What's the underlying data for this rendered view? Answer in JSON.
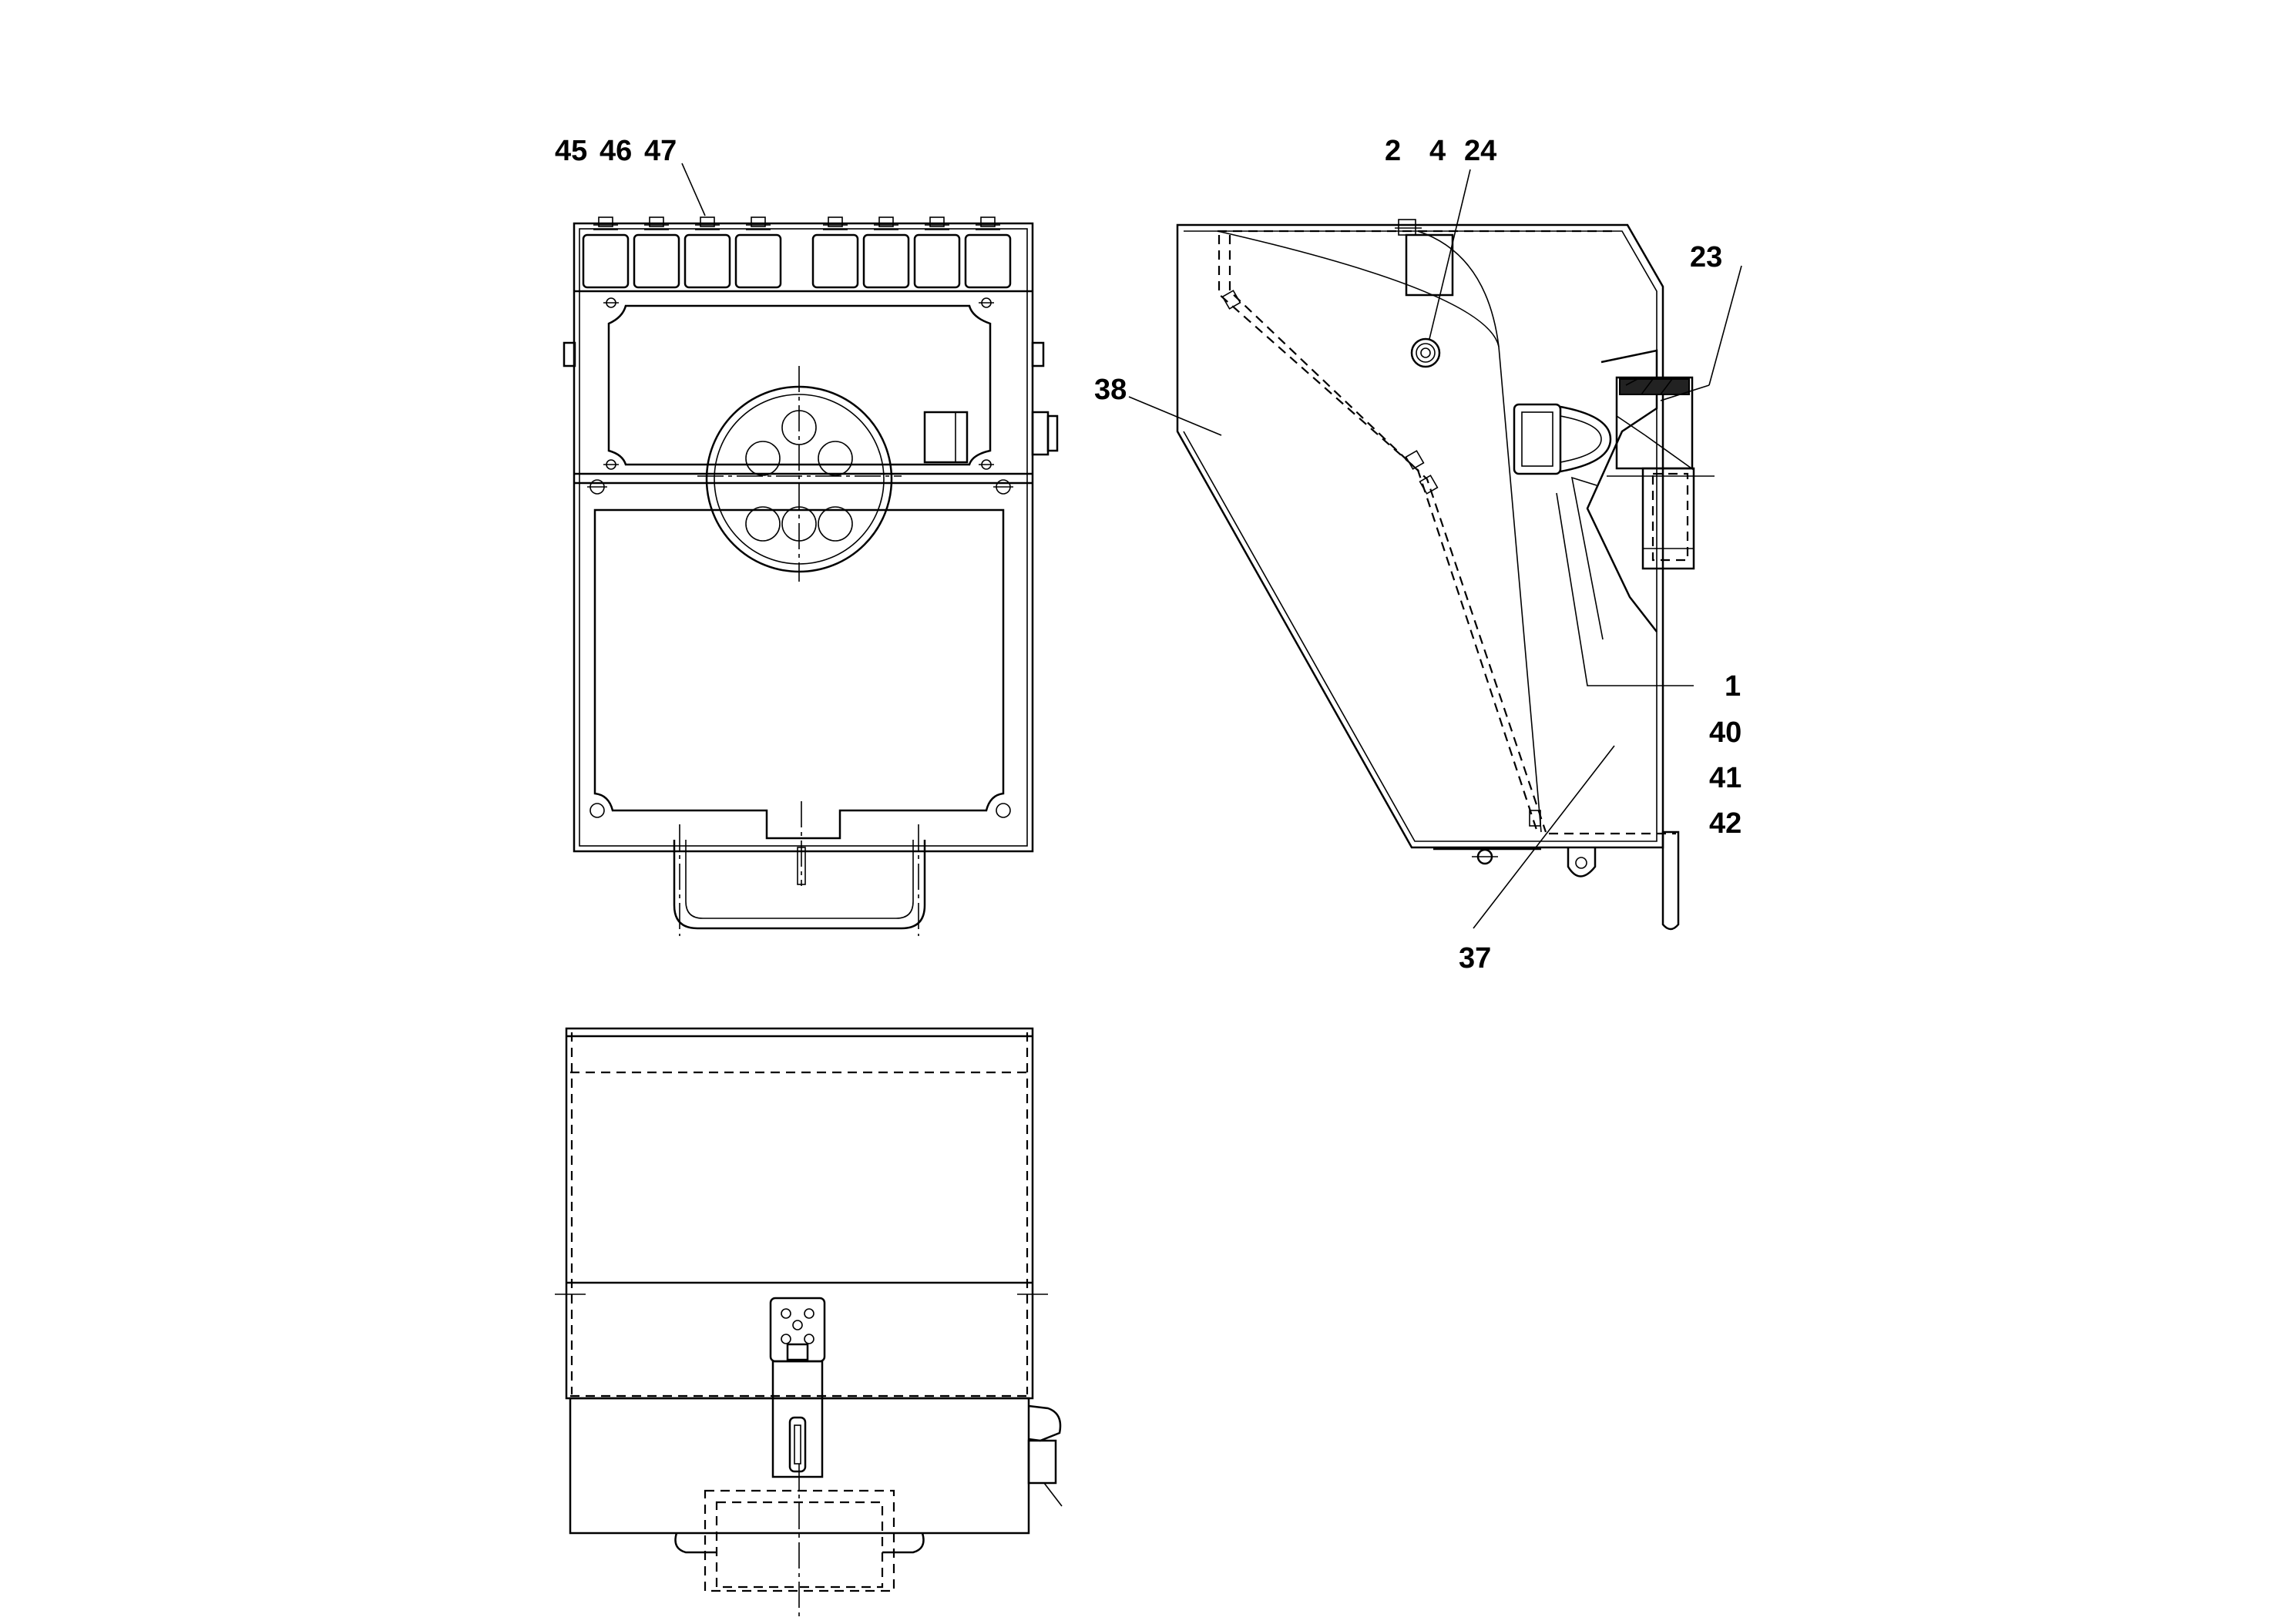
{
  "drawing": {
    "callouts": {
      "c45": "45",
      "c46": "46",
      "c47": "47",
      "c2": "2",
      "c4": "4",
      "c24": "24",
      "c23": "23",
      "c38": "38",
      "c1": "1",
      "c40": "40",
      "c41": "41",
      "c42": "42",
      "c37": "37"
    }
  }
}
